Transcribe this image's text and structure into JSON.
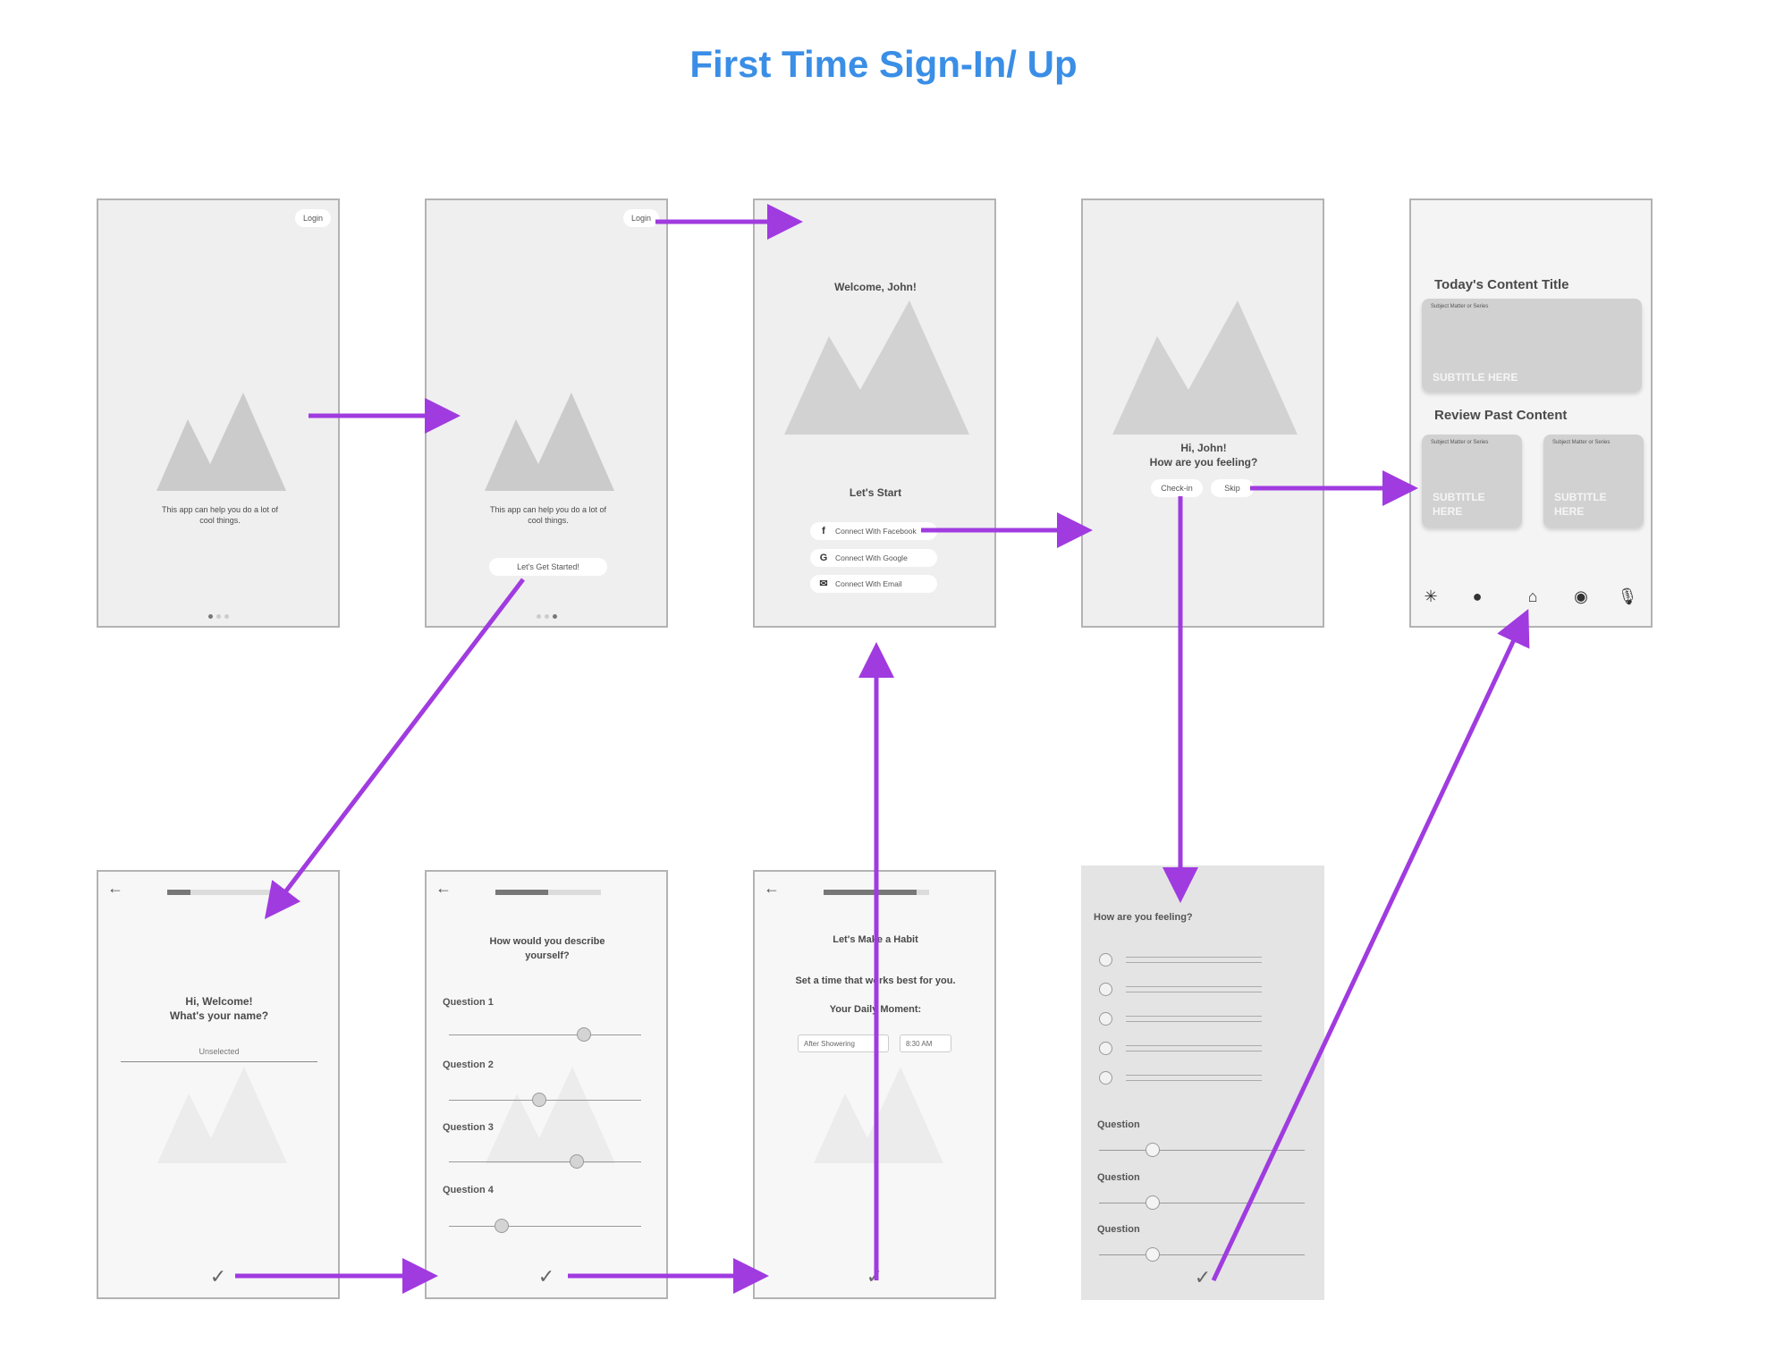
{
  "title": "First Time Sign-In/ Up",
  "colors": {
    "title": "#3a8ee6",
    "arrow": "#a03be0",
    "screen_bg": "#efefef"
  },
  "screen1": {
    "login": "Login",
    "body": "This app can help you do a lot of cool things."
  },
  "screen2": {
    "login": "Login",
    "body": "This app can help you do a lot of cool things.",
    "cta": "Let's Get Started!"
  },
  "screen3": {
    "welcome": "Welcome, John!",
    "start": "Let's Start",
    "facebook": "Connect With Facebook",
    "google": "Connect With Google",
    "email": "Connect With Email"
  },
  "screen4": {
    "greeting": "Hi, John!",
    "question": "How are you feeling?",
    "checkin": "Check-in",
    "skip": "Skip"
  },
  "screen5": {
    "today_title": "Today's Content Title",
    "card_subject": "Subject Matter or Series",
    "card_subtitle": "SUBTITLE HERE",
    "review_title": "Review Past Content",
    "small_subject_1": "Subject Matter or Series",
    "small_subtitle_1": "SUBTITLE HERE",
    "small_subject_2": "Subject Matter or Series",
    "small_subtitle_2": "SUBTITLE HERE",
    "nav_icons": [
      "loader-icon",
      "profile-icon",
      "home-icon",
      "compass-icon",
      "mic-icon"
    ]
  },
  "screen6": {
    "greeting": "Hi, Welcome!",
    "question": "What's your name?",
    "field_placeholder": "Unselected"
  },
  "screen7": {
    "heading": "How would you describe yourself?",
    "q1": "Question 1",
    "q2": "Question 2",
    "q3": "Question 3",
    "q4": "Question 4",
    "levels": [
      0.7,
      0.47,
      0.67,
      0.28
    ]
  },
  "screen8": {
    "heading": "Let's Make a Habit",
    "sub": "Set a time that works best for you.",
    "moment": "Your Daily Moment:",
    "select1": "After Showering",
    "select2": "8:30 AM"
  },
  "screen9": {
    "heading": "How are you feeling?",
    "q1": "Question",
    "q2": "Question",
    "q3": "Question",
    "levels": [
      0.27,
      0.27,
      0.27
    ]
  }
}
